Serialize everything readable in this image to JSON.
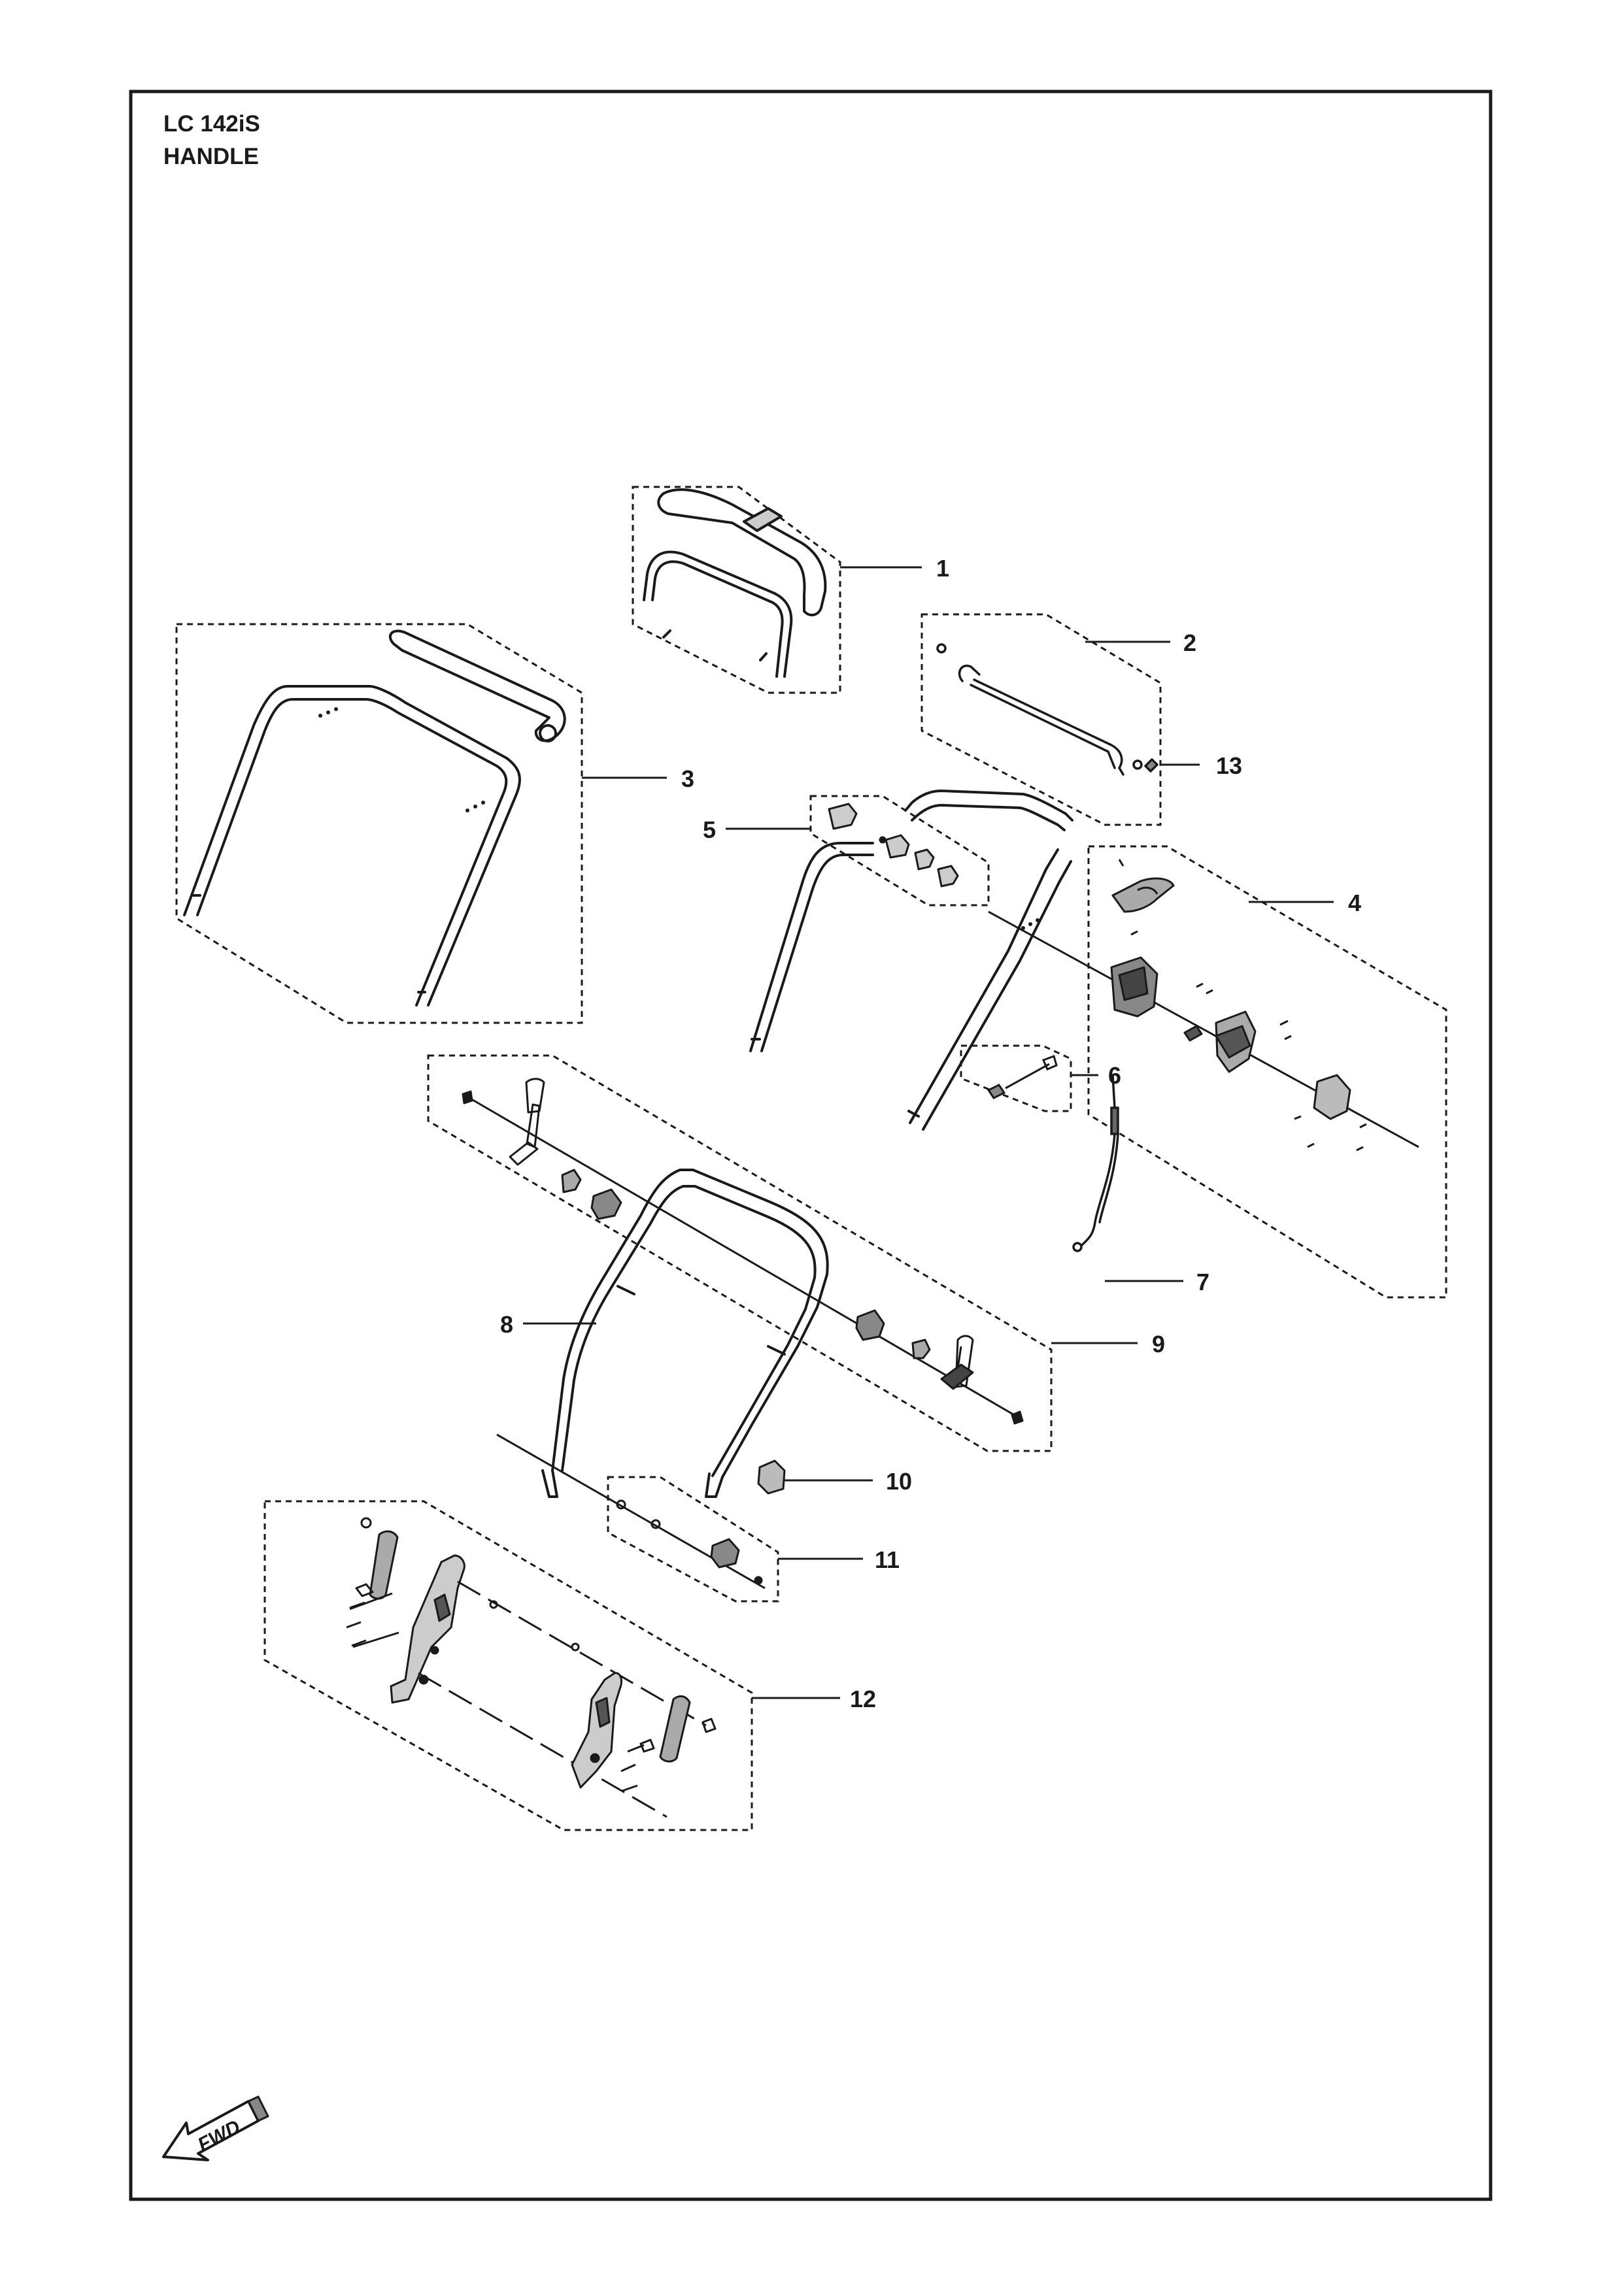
{
  "header": {
    "model": "LC 142iS",
    "section": "HANDLE"
  },
  "fwd_label": "FWD",
  "callouts": [
    {
      "id": "1",
      "label": "1"
    },
    {
      "id": "2",
      "label": "2"
    },
    {
      "id": "3",
      "label": "3"
    },
    {
      "id": "4",
      "label": "4"
    },
    {
      "id": "5",
      "label": "5"
    },
    {
      "id": "6",
      "label": "6"
    },
    {
      "id": "7",
      "label": "7"
    },
    {
      "id": "8",
      "label": "8"
    },
    {
      "id": "9",
      "label": "9"
    },
    {
      "id": "10",
      "label": "10"
    },
    {
      "id": "11",
      "label": "11"
    },
    {
      "id": "12",
      "label": "12"
    },
    {
      "id": "13",
      "label": "13"
    }
  ],
  "colors": {
    "line": "#1a1a1a",
    "shade": "#555555",
    "background": "#ffffff"
  }
}
